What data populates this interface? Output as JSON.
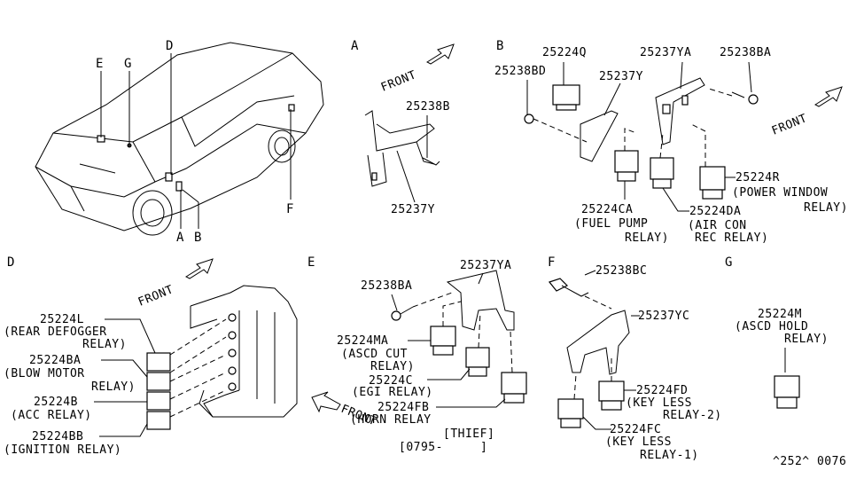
{
  "sections": {
    "A": "A",
    "B": "B",
    "D": "D",
    "E": "E",
    "F": "F",
    "G": "G"
  },
  "car_labels": {
    "E": "E",
    "G": "G",
    "D": "D",
    "F": "F",
    "A": "A",
    "B": "B"
  },
  "front": "FRONT",
  "partsA": {
    "p1": "25238B",
    "p2": "25237Y"
  },
  "partsB": {
    "p1": "25224Q",
    "p2": "25238BD",
    "p3": "25237Y",
    "p4": "25237YA",
    "p5": "25238BA",
    "p6": "25224R",
    "p6a": "(POWER WINDOW",
    "p6b": "RELAY)",
    "p7": "25224CA",
    "p7a": "(FUEL PUMP",
    "p7b": "RELAY)",
    "p8": "25224DA",
    "p8a": "(AIR CON",
    "p8b": "REC RELAY)"
  },
  "partsD": {
    "p1": "25224L",
    "p1a": "(REAR DEFOGGER",
    "p1b": "RELAY)",
    "p2": "25224BA",
    "p2a": "(BLOW MOTOR",
    "p2b": "RELAY)",
    "p3": "25224B",
    "p3a": "(ACC RELAY)",
    "p4": "25224BB",
    "p4a": "(IGNITION RELAY)"
  },
  "partsE": {
    "p1": "25237YA",
    "p2": "25238BA",
    "p3": "25224MA",
    "p3a": "(ASCD CUT",
    "p3b": "RELAY)",
    "p4": "25224C",
    "p4a": "(EGI RELAY)",
    "p5": "25224FB",
    "p5a": "(HORN RELAY",
    "p5b": "[THIEF]",
    "p6": "[0795-",
    "p6b": "]"
  },
  "partsF": {
    "p1": "25238BC",
    "p2": "25237YC",
    "p3": "25224FD",
    "p3a": "(KEY LESS",
    "p3b": "RELAY-2)",
    "p4": "25224FC",
    "p4a": "(KEY LESS",
    "p4b": "RELAY-1)"
  },
  "partsG": {
    "p1": "25224M",
    "p1a": "(ASCD HOLD",
    "p1b": "RELAY)"
  },
  "diagram_id": "^252^ 0076"
}
